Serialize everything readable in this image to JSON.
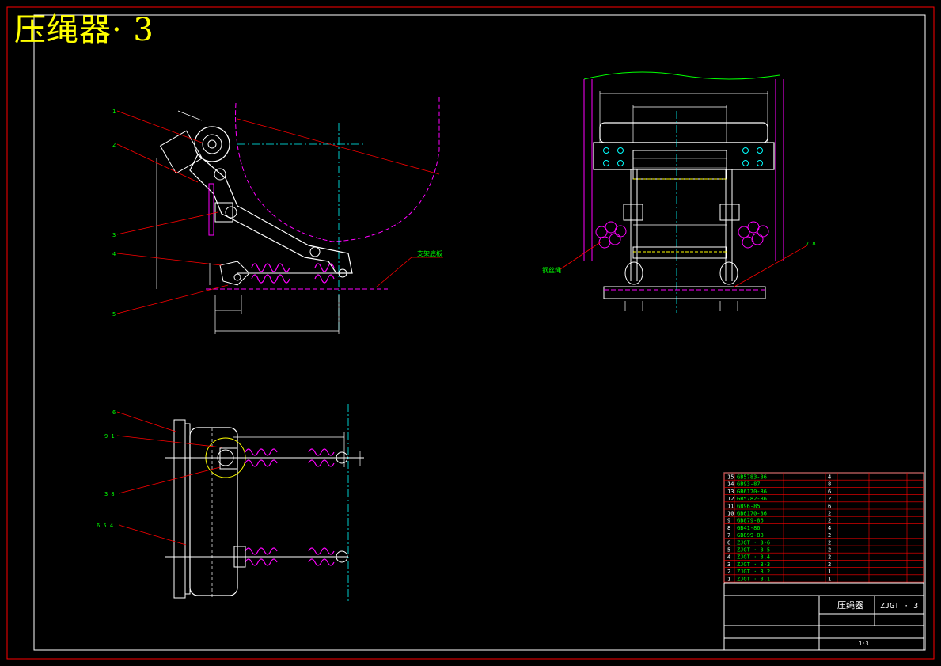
{
  "drawing": {
    "title": "压绳器· 3",
    "colors": {
      "background": "#000000",
      "border": "#ff0000",
      "geometry": "#ffffff",
      "dimension": "#00ff00",
      "leader": "#ff0000",
      "centerline": "#00ffff",
      "hidden": "#ff00ff",
      "title_text": "#ffff00"
    }
  },
  "side_view": {
    "labels": [
      "1",
      "2",
      "3",
      "4",
      "5"
    ],
    "note_text": "支架底板"
  },
  "front_view": {
    "left_label": "钢丝绳",
    "right_label": "7 8"
  },
  "plan_view": {
    "labels": [
      "6",
      "9 1",
      "3 8",
      "6 5 4"
    ]
  },
  "title_block": {
    "drawing_name": "压绳器",
    "drawing_number": "ZJGT · 3",
    "scale": "1:3",
    "parts": [
      {
        "no": "15",
        "code": "GB5783-86",
        "qty": "4"
      },
      {
        "no": "14",
        "code": "GB93-87",
        "qty": "8"
      },
      {
        "no": "13",
        "code": "GB6170-86",
        "qty": "6"
      },
      {
        "no": "12",
        "code": "GB5782-86",
        "qty": "2"
      },
      {
        "no": "11",
        "code": "GB96-85",
        "qty": "6"
      },
      {
        "no": "10",
        "code": "GB6170-86",
        "qty": "2"
      },
      {
        "no": "9",
        "code": "GB879-86",
        "qty": "2"
      },
      {
        "no": "8",
        "code": "GB41-86",
        "qty": "4"
      },
      {
        "no": "7",
        "code": "GB899-88",
        "qty": "2"
      },
      {
        "no": "6",
        "code": "ZJGT · 3-6",
        "qty": "2"
      },
      {
        "no": "5",
        "code": "ZJGT · 3-5",
        "qty": "2"
      },
      {
        "no": "4",
        "code": "ZJGT · 3.4",
        "qty": "2"
      },
      {
        "no": "3",
        "code": "ZJGT · 3-3",
        "qty": "2"
      },
      {
        "no": "2",
        "code": "ZJGT · 3.2",
        "qty": "1"
      },
      {
        "no": "1",
        "code": "ZJGT · 3.1",
        "qty": "1"
      }
    ]
  }
}
